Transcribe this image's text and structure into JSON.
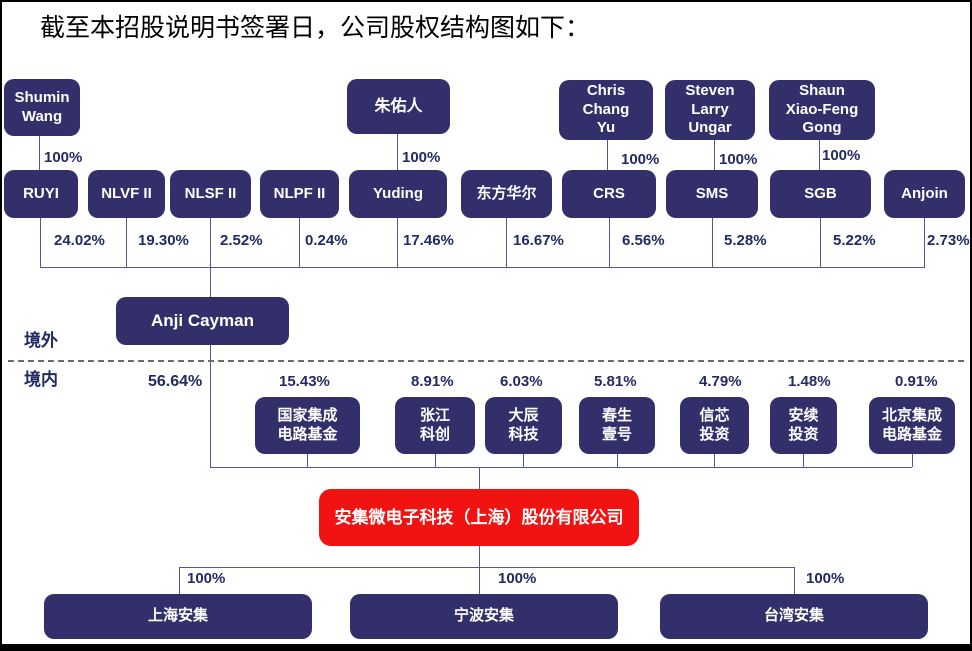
{
  "title": "截至本招股说明书签署日，公司股权结构图如下：",
  "labels": {
    "offshore": "境外",
    "onshore": "境内"
  },
  "colors": {
    "box": "#322f6a",
    "red_box": "#f01311",
    "line": "#55569d",
    "percent_text": "#222a63"
  },
  "top_shareholders": [
    {
      "name": "Shumin Wang",
      "display": "Shumin\nWang",
      "ownership": "100%"
    },
    {
      "name": "朱佑人",
      "display": "朱佑人",
      "ownership": "100%"
    },
    {
      "name": "Chris Chang Yu",
      "display": "Chris\nChang\nYu",
      "ownership": "100%"
    },
    {
      "name": "Steven Larry Ungar",
      "display": "Steven\nLarry\nUngar",
      "ownership": "100%"
    },
    {
      "name": "Shaun Xiao-Feng Gong",
      "display": "Shaun\nXiao-Feng\nGong",
      "ownership": "100%"
    }
  ],
  "offshore_entities": [
    {
      "name": "RUYI",
      "stake": "24.02%"
    },
    {
      "name": "NLVF II",
      "stake": "19.30%"
    },
    {
      "name": "NLSF II",
      "stake": "2.52%"
    },
    {
      "name": "NLPF II",
      "stake": "0.24%"
    },
    {
      "name": "Yuding",
      "stake": "17.46%"
    },
    {
      "name": "东方华尔",
      "stake": "16.67%"
    },
    {
      "name": "CRS",
      "stake": "6.56%"
    },
    {
      "name": "SMS",
      "stake": "5.28%"
    },
    {
      "name": "SGB",
      "stake": "5.22%"
    },
    {
      "name": "Anjoin",
      "stake": "2.73%"
    }
  ],
  "holding_company": {
    "name": "Anji Cayman",
    "stake": "56.64%"
  },
  "domestic_shareholders": [
    {
      "name": "国家集成电路基金",
      "display": "国家集成\n电路基金",
      "stake": "15.43%"
    },
    {
      "name": "张江科创",
      "display": "张江\n科创",
      "stake": "8.91%"
    },
    {
      "name": "大辰科技",
      "display": "大辰\n科技",
      "stake": "6.03%"
    },
    {
      "name": "春生壹号",
      "display": "春生\n壹号",
      "stake": "5.81%"
    },
    {
      "name": "信芯投资",
      "display": "信芯\n投资",
      "stake": "4.79%"
    },
    {
      "name": "安续投资",
      "display": "安续\n投资",
      "stake": "1.48%"
    },
    {
      "name": "北京集成电路基金",
      "display": "北京集成\n电路基金",
      "stake": "0.91%"
    }
  ],
  "issuer": {
    "name": "安集微电子科技（上海）股份有限公司"
  },
  "subsidiaries": [
    {
      "name": "上海安集",
      "ownership": "100%"
    },
    {
      "name": "宁波安集",
      "ownership": "100%"
    },
    {
      "name": "台湾安集",
      "ownership": "100%"
    }
  ]
}
